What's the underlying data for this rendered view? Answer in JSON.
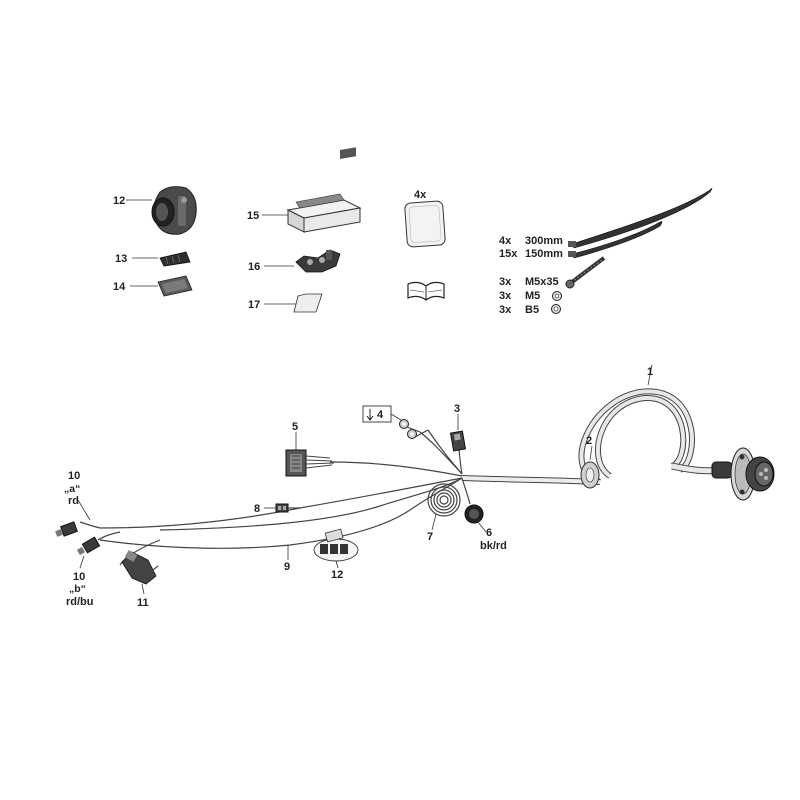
{
  "diagram": {
    "parts": {
      "p1": "1",
      "p2": "2",
      "p3": "3",
      "p4": "4",
      "p5": "5",
      "p6": "6",
      "p6_color": "bk/rd",
      "p7": "7",
      "p8": "8",
      "p9": "9",
      "p10a": "10",
      "p10a_sub": "„a“",
      "p10a_color": "rd",
      "p10b": "10",
      "p10b_sub": "„b“",
      "p10b_color": "rd/bu",
      "p11": "11",
      "p12_socket": "12",
      "p12_clip": "12",
      "p13": "13",
      "p14": "14",
      "p15": "15",
      "p16": "16",
      "p17": "17",
      "p4x": "4x"
    },
    "hardware": {
      "row1_qty": "4x",
      "row1_size": "300mm",
      "row2_qty": "15x",
      "row2_size": "150mm",
      "row3_qty": "3x",
      "row3_size": "M5x35",
      "row4_qty": "3x",
      "row4_size": "M5",
      "row5_qty": "3x",
      "row5_size": "B5"
    },
    "colors": {
      "line": "#333333",
      "fill_light": "#e6e6e6",
      "fill_mid": "#bdbdbd",
      "fill_dark": "#3a3a3a"
    }
  }
}
